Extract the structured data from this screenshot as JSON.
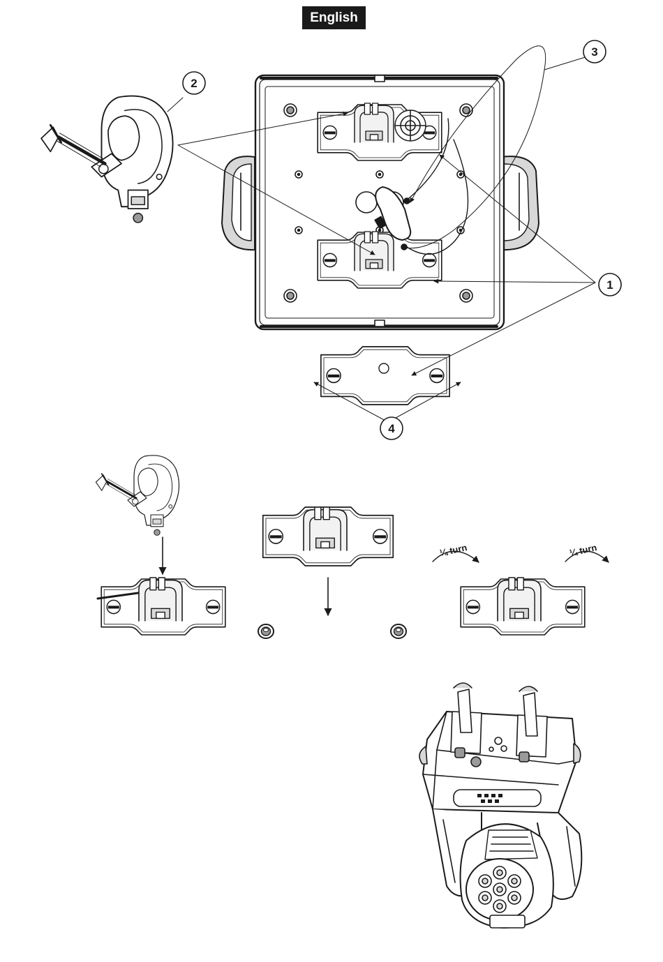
{
  "header": {
    "language_label": "English"
  },
  "callouts": {
    "c1": "1",
    "c2": "2",
    "c3": "3",
    "c4": "4"
  },
  "turn_labels": {
    "left": "¼ turn",
    "right": "¼ turn"
  },
  "colors": {
    "ink": "#1a1a1a",
    "paper": "#ffffff",
    "fill_light": "#f2f2f2",
    "fill_mid": "#d8d8d8",
    "fill_dark": "#9a9a9a"
  },
  "icons": [
    "omega-bracket-icon",
    "clamp-icon",
    "safety-cable-icon",
    "quick-lock-fastener-icon",
    "moving-head-fixture-icon",
    "arrow-down-icon",
    "rotate-arrow-icon"
  ]
}
